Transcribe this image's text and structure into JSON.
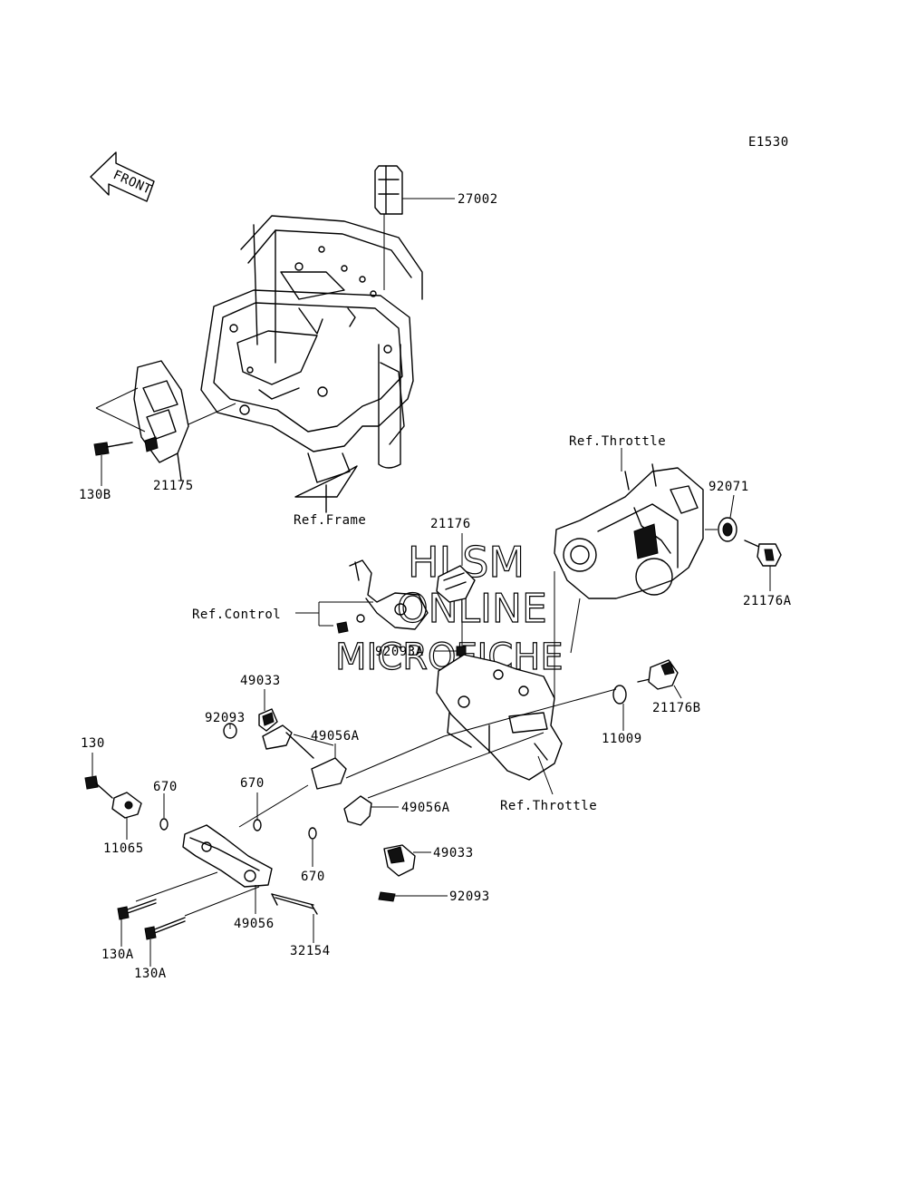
{
  "diagram_code": "E1530",
  "front_arrow_text": "FRONT",
  "watermark": {
    "line1": "HLSM",
    "line2": "ONLINE",
    "line3": "MICROFICHE"
  },
  "labels": {
    "p27002": "27002",
    "p21175": "21175",
    "p130B": "130B",
    "ref_frame": "Ref.Frame",
    "p21176": "21176",
    "ref_throttle_top": "Ref.Throttle",
    "p92071": "92071",
    "p21176A": "21176A",
    "ref_control": "Ref.Control",
    "p92093A": "92093A",
    "p49033_top": "49033",
    "p92093_top": "92093",
    "p49056A_top": "49056A",
    "p21176B": "21176B",
    "p11009": "11009",
    "p130": "130",
    "p670_a": "670",
    "p670_b": "670",
    "p11065": "11065",
    "p49056A_mid": "49056A",
    "ref_throttle_bottom": "Ref.Throttle",
    "p49033_bottom": "49033",
    "p670_c": "670",
    "p92093_bottom": "92093",
    "p49056": "49056",
    "p130A_a": "130A",
    "p32154": "32154",
    "p130A_b": "130A"
  }
}
